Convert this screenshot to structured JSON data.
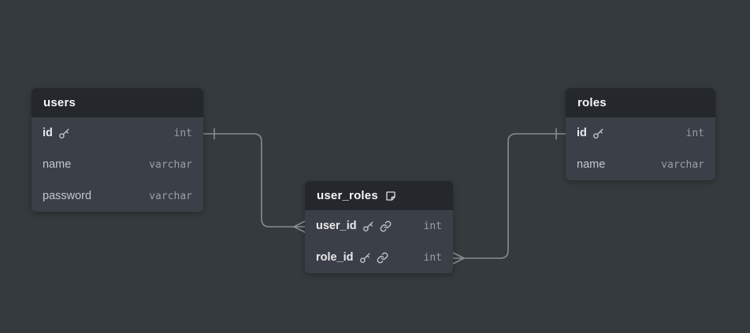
{
  "colors": {
    "canvas_background": "#343a3d",
    "table_header_background": "#24272b",
    "table_body_background": "#3b3f47",
    "edge_color": "#878d92",
    "title_text": "#f4f5f6",
    "pk_column_text": "#e8e9eb",
    "column_text": "#c4c7cb",
    "type_text": "#9b9fa5"
  },
  "diagram": {
    "tables": [
      {
        "name": "users",
        "columns": [
          {
            "name": "id",
            "type": "int",
            "icons": [
              "key-icon"
            ],
            "pk": true
          },
          {
            "name": "name",
            "type": "varchar",
            "icons": [],
            "pk": false
          },
          {
            "name": "password",
            "type": "varchar",
            "icons": [],
            "pk": false
          }
        ]
      },
      {
        "name": "user_roles",
        "header_icon": "note-icon",
        "columns": [
          {
            "name": "user_id",
            "type": "int",
            "icons": [
              "key-icon",
              "link-icon"
            ],
            "pk": true
          },
          {
            "name": "role_id",
            "type": "int",
            "icons": [
              "key-icon",
              "link-icon"
            ],
            "pk": true
          }
        ]
      },
      {
        "name": "roles",
        "columns": [
          {
            "name": "id",
            "type": "int",
            "icons": [
              "key-icon"
            ],
            "pk": true
          },
          {
            "name": "name",
            "type": "varchar",
            "icons": [],
            "pk": false
          }
        ]
      }
    ],
    "relationships": [
      {
        "from": "users.id",
        "to": "user_roles.user_id",
        "from_cardinality": "one",
        "to_cardinality": "many"
      },
      {
        "from": "roles.id",
        "to": "user_roles.role_id",
        "from_cardinality": "one",
        "to_cardinality": "many"
      }
    ]
  }
}
